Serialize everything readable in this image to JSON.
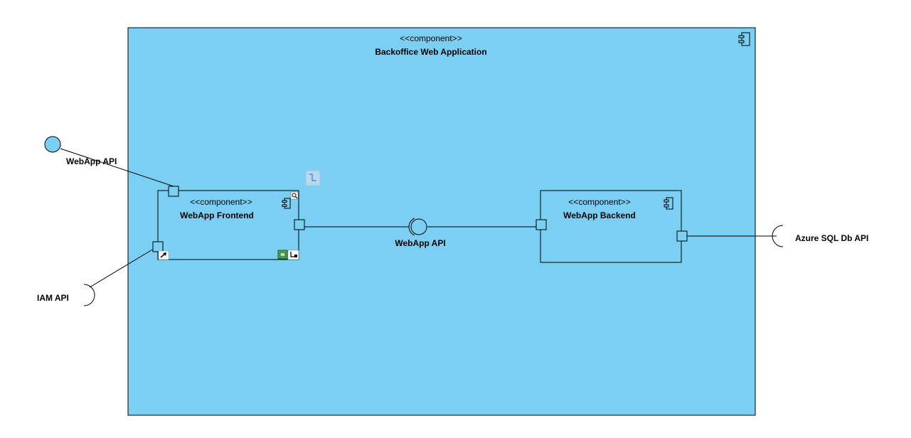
{
  "diagram": {
    "outer_component": {
      "stereotype": "<<component>>",
      "name": "Backoffice Web Application",
      "fill": "#7ACFF3"
    },
    "frontend": {
      "stereotype": "<<component>>",
      "name": "WebApp Frontend"
    },
    "backend": {
      "stereotype": "<<component>>",
      "name": "WebApp Backend"
    },
    "interfaces": {
      "provided_external": "WebApp API",
      "internal": "WebApp API",
      "required_iam": "IAM API",
      "required_sql": "Azure SQL Db API"
    },
    "colors": {
      "component_fill": "#7ACFF3",
      "line": "#000000",
      "selection_handle": "#b8d8f0"
    },
    "icons": [
      "component-icon",
      "zoom-handle-icon",
      "link-handle-icon",
      "resize-handle-icon",
      "connector-handle-icon"
    ]
  }
}
